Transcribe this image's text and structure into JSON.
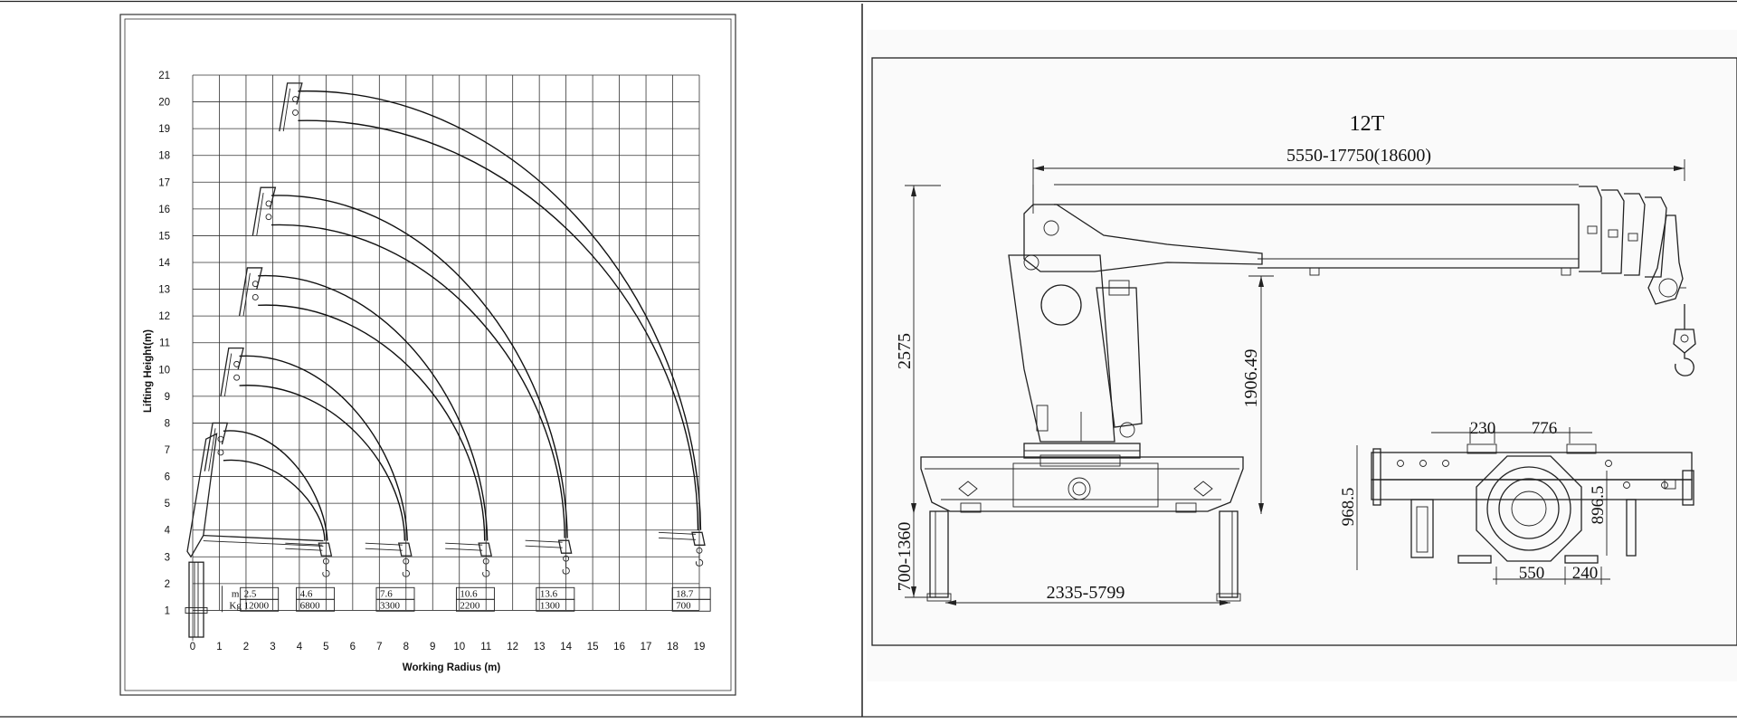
{
  "chart_data": {
    "type": "line",
    "title": "",
    "xlabel": "Working Radius (m)",
    "ylabel": "Lifting Height(m)",
    "xlim": [
      0,
      19
    ],
    "ylim": [
      0,
      21
    ],
    "x_ticks": [
      "0",
      "1",
      "2",
      "3",
      "4",
      "5",
      "6",
      "7",
      "8",
      "9",
      "10",
      "11",
      "12",
      "13",
      "14",
      "15",
      "16",
      "17",
      "18",
      "19"
    ],
    "y_ticks": [
      "1",
      "2",
      "3",
      "4",
      "5",
      "6",
      "7",
      "8",
      "9",
      "10",
      "11",
      "12",
      "13",
      "14",
      "15",
      "16",
      "17",
      "18",
      "19",
      "20",
      "21"
    ],
    "grid": true,
    "series": [
      {
        "tip": [
          1.0,
          7.5
        ],
        "radius": [
          5.0,
          2.7
        ]
      },
      {
        "tip": [
          1.6,
          10.3
        ],
        "radius": [
          8.0,
          2.7
        ]
      },
      {
        "tip": [
          2.3,
          13.3
        ],
        "radius": [
          11.0,
          2.7
        ]
      },
      {
        "tip": [
          2.8,
          16.3
        ],
        "radius": [
          14.0,
          2.8
        ]
      },
      {
        "tip": [
          3.8,
          20.2
        ],
        "radius": [
          19.0,
          3.1
        ]
      }
    ],
    "load_table": {
      "row_labels": [
        "m",
        "Kg"
      ],
      "entries": [
        {
          "m": "2.5",
          "kg": "12000"
        },
        {
          "m": "4.6",
          "kg": "6800"
        },
        {
          "m": "7.6",
          "kg": "3300"
        },
        {
          "m": "10.6",
          "kg": "2200"
        },
        {
          "m": "13.6",
          "kg": "1300"
        },
        {
          "m": "18.7",
          "kg": "700"
        }
      ]
    }
  },
  "drawing": {
    "title": "12T",
    "dimensions": {
      "boom_length": "5550-17750(18600)",
      "overall_height": "2575",
      "column_height": "1906.49",
      "outrigger_height": "700-1360",
      "outrigger_span": "2335-5799",
      "base_230": "230",
      "base_776": "776",
      "base_968": "968.5",
      "base_896": "896.5",
      "base_550": "550",
      "base_240": "240"
    }
  }
}
